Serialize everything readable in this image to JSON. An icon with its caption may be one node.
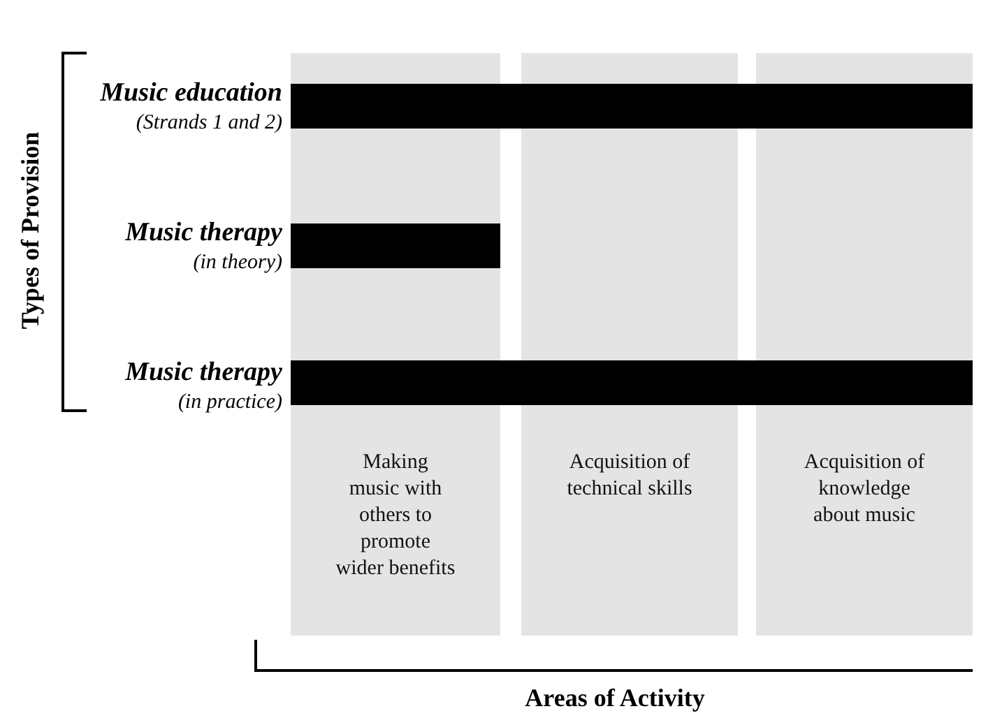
{
  "diagram": {
    "nodes": [
      {
        "text": [
          "Making music with others to promote wider benefits"
        ]
      },
      {
        "text": [
          "Acquisition of technical skills"
        ]
      },
      {
        "text": [
          "Acquisition of knowledge about music"
        ]
      },
      {
        "text": [
          "Music education",
          "(Strands 1 and 2)"
        ]
      },
      {
        "text": [
          "Music therapy",
          "(in theory)"
        ]
      },
      {
        "text": [
          "Music therapy",
          "(in practice)"
        ]
      },
      {
        "text": [],
        "shape": "bar"
      },
      {
        "text": [],
        "shape": "bar",
        "in": 0
      },
      {
        "text": [],
        "shape": "bar"
      }
    ],
    "edges": [],
    "labels": [
      "Types of Provision",
      "Areas of Activity"
    ]
  }
}
